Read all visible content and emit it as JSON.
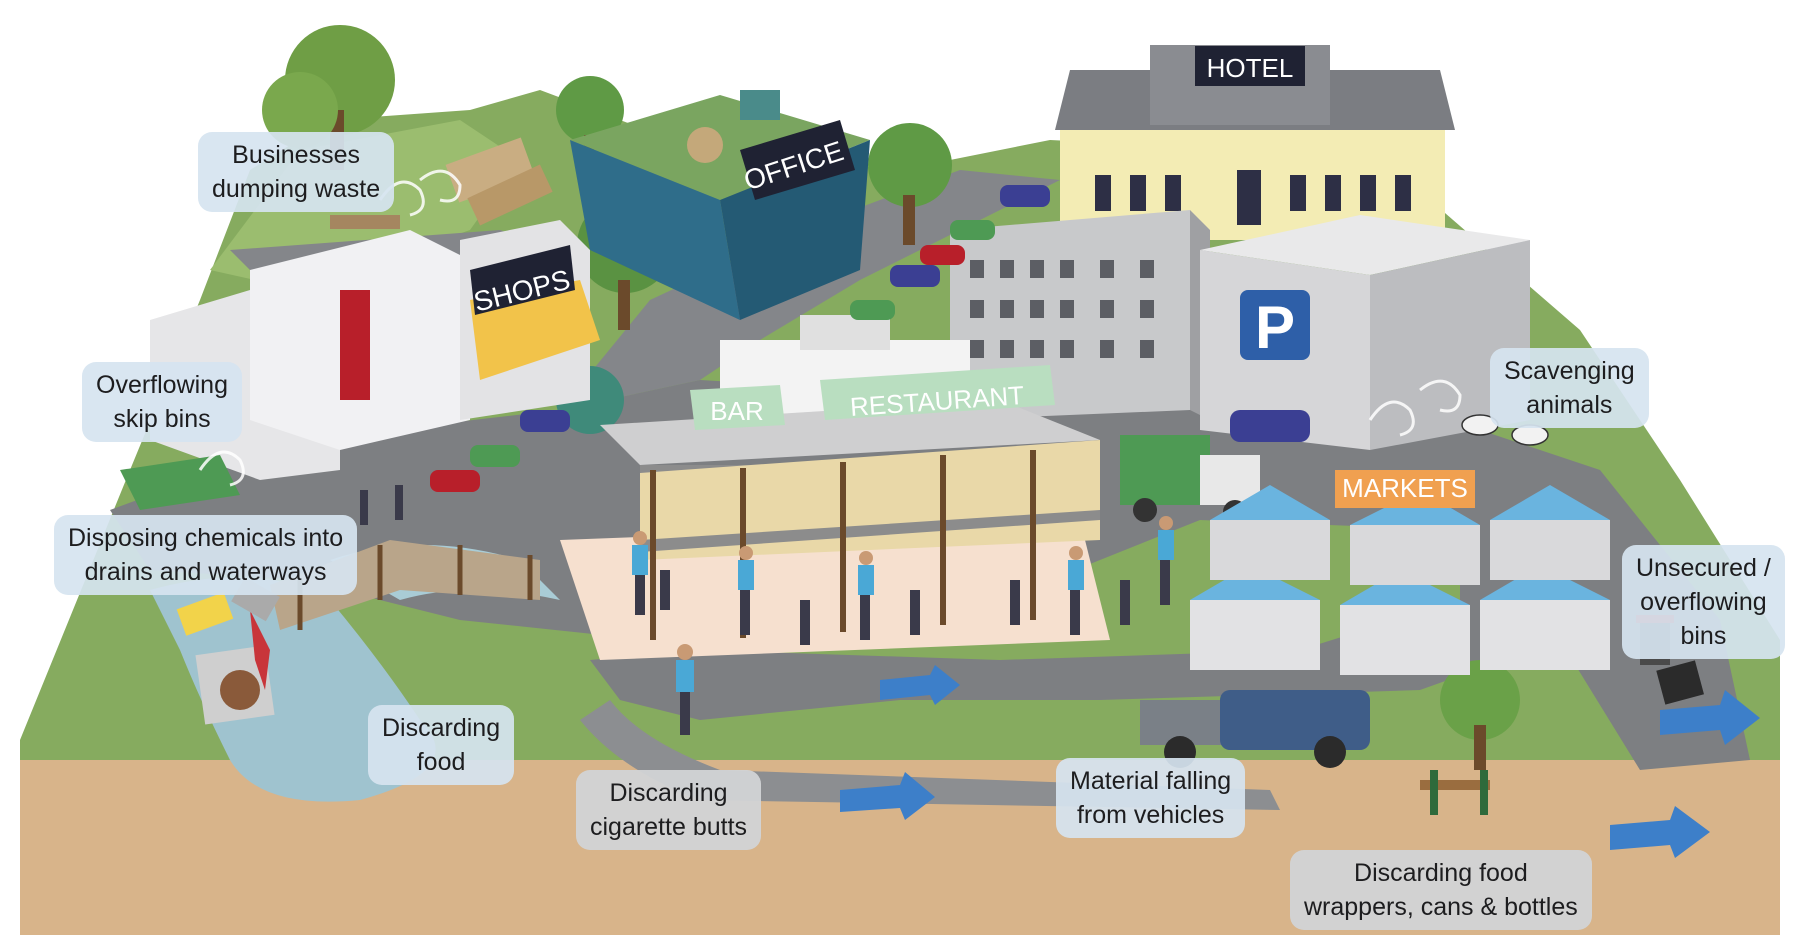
{
  "signs": {
    "hotel": "HOTEL",
    "office": "OFFICE",
    "shops": "SHOPS",
    "bar": "BAR",
    "restaurant": "RESTAURANT",
    "markets": "MARKETS",
    "parking": "P"
  },
  "labels": {
    "businesses_dumping": [
      "Businesses",
      "dumping waste"
    ],
    "overflowing_skip": [
      "Overflowing",
      "skip bins"
    ],
    "disposing_chemicals": [
      "Disposing chemicals into",
      "drains and waterways"
    ],
    "discarding_food": [
      "Discarding",
      "food"
    ],
    "cigarette_butts": [
      "Discarding",
      "cigarette butts"
    ],
    "material_falling": [
      "Material falling",
      "from vehicles"
    ],
    "food_wrappers": [
      "Discarding food",
      "wrappers, cans & bottles"
    ],
    "scavenging": [
      "Scavenging",
      "animals"
    ],
    "unsecured_bins": [
      "Unsecured /",
      "overflowing",
      "bins"
    ]
  },
  "colors": {
    "grass": "#7fa55a",
    "road": "#7d7f82",
    "soil": "#d8b48a",
    "water": "#9fc3cf",
    "label_bg": "#d6e4f0",
    "markets_sign": "#f0a050",
    "parking_sign": "#2e5fa8",
    "bar_sign": "#b9dec0"
  }
}
